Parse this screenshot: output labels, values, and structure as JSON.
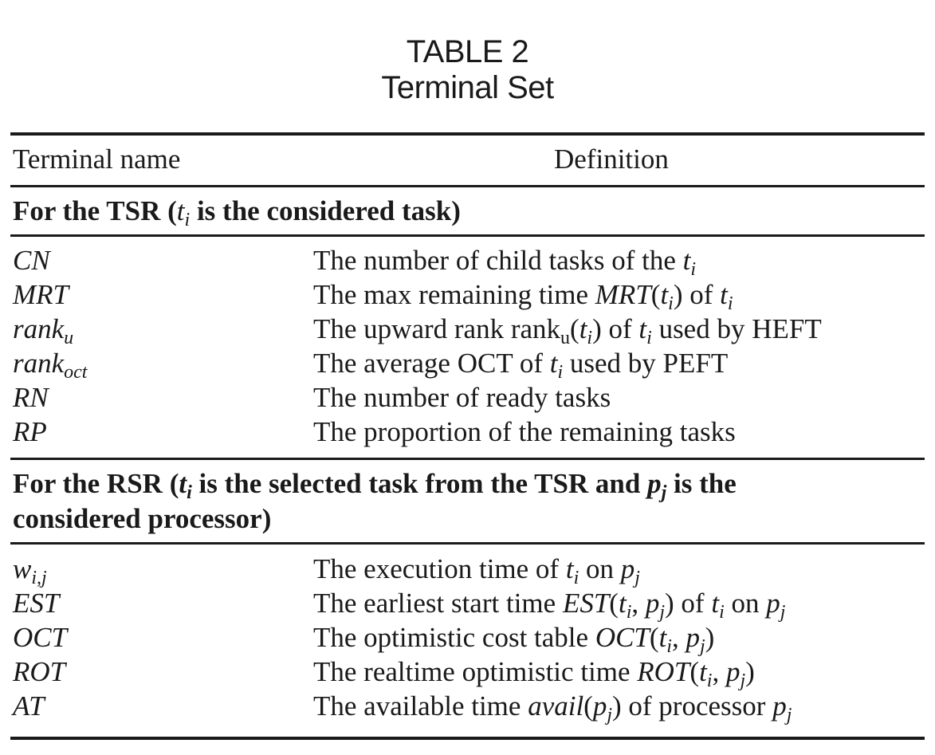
{
  "table": {
    "caption_number": "TABLE 2",
    "caption_title": "Terminal Set",
    "header": {
      "terminal_name": "Terminal name",
      "definition": "Definition"
    },
    "sections": [
      {
        "heading_prefix": "For the TSR (",
        "heading_var": "t",
        "heading_var_sub": "i",
        "heading_suffix": " is the considered task)",
        "rows": [
          {
            "term": "CN",
            "def_parts": [
              "The number of child tasks of the ",
              "t",
              "i",
              ""
            ]
          },
          {
            "term": "MRT",
            "def_parts": [
              "The max remaining time ",
              "MRT",
              "(",
              "t",
              "i",
              ") of ",
              "t",
              "i"
            ]
          },
          {
            "term": "rank",
            "term_sub": "u",
            "def_parts": [
              "The upward rank ",
              "rank",
              "u",
              "(",
              "t",
              "i",
              ") of ",
              "t",
              "i",
              " used by HEFT"
            ]
          },
          {
            "term": "rank",
            "term_sub": "oct",
            "def_parts": [
              "The average OCT of ",
              "t",
              "i",
              " used by PEFT"
            ]
          },
          {
            "term": "RN",
            "def": "The number of ready tasks"
          },
          {
            "term": "RP",
            "def": "The proportion of the remaining tasks"
          }
        ]
      },
      {
        "heading_line1_prefix": "For the RSR (",
        "heading_var1": "t",
        "heading_var1_sub": "i",
        "heading_mid": " is the selected task from the TSR and ",
        "heading_var2": "p",
        "heading_var2_sub": "j",
        "heading_line1_suffix": " is the",
        "heading_line2": "considered processor)",
        "rows": [
          {
            "term": "w",
            "term_sub": "i,j",
            "def_parts": [
              "The execution time of ",
              "t",
              "i",
              " on ",
              "p",
              "j"
            ]
          },
          {
            "term": "EST",
            "def_parts": [
              "The earliest start time ",
              "EST",
              "(",
              "t",
              "i",
              ", ",
              "p",
              "j",
              ") of ",
              "t",
              "i",
              " on ",
              "p",
              "j"
            ]
          },
          {
            "term": "OCT",
            "def_parts": [
              "The optimistic cost table ",
              "OCT",
              "(",
              "t",
              "i",
              ", ",
              "p",
              "j",
              ")"
            ]
          },
          {
            "term": "ROT",
            "def_parts": [
              "The realtime optimistic time ",
              "ROT",
              "(",
              "t",
              "i",
              ", ",
              "p",
              "j",
              ")"
            ]
          },
          {
            "term": "AT",
            "def_parts": [
              "The available time ",
              "avail",
              "(",
              "p",
              "j",
              ") of processor ",
              "p",
              "j"
            ]
          }
        ]
      }
    ]
  }
}
